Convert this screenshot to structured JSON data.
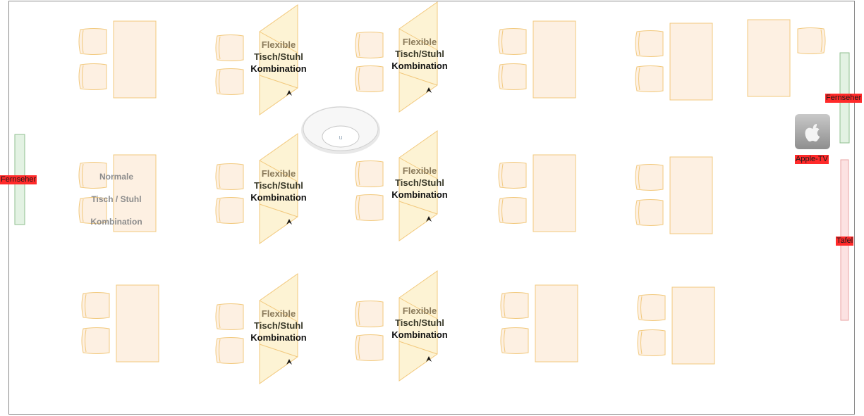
{
  "labels": {
    "tv_left": "Fernseher",
    "tv_right": "Fernseher",
    "apple_tv": "Apple-TV",
    "board": "Tafel",
    "normal_group": [
      "Normale",
      "Tisch / Stuhl",
      "Kombination"
    ],
    "flexible_group": [
      "Flexible",
      "Tisch/Stuhl",
      "Kombination"
    ]
  },
  "icons": {
    "access_point": "wifi-access-point-icon",
    "apple_tv": "apple-logo-icon",
    "flexible_arrow": "arrow-up-icon"
  },
  "colors": {
    "furniture_fill": "#fdf0e2",
    "furniture_stroke": "#f2c97d",
    "flexible_fill": "#fdf3d4",
    "tv_fill": "#e3f2e3",
    "tv_stroke": "#8fbf8f",
    "board_fill": "#fce2e2",
    "board_stroke": "#e8a3a3",
    "label_bg": "#ff2a2a",
    "flexible_text_top": "#8a7a5a",
    "flexible_text_bottom": "#111111"
  }
}
